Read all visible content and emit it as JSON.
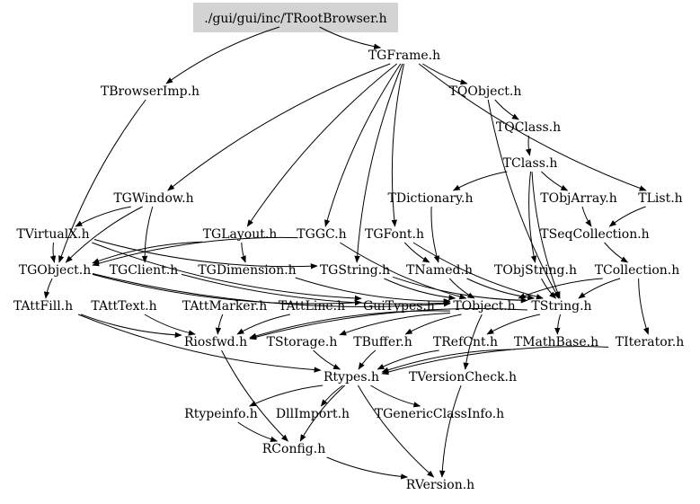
{
  "diagram": {
    "root": "./gui/gui/inc/TRootBrowser.h",
    "nodes": [
      {
        "id": "root",
        "label": "./gui/gui/inc/TRootBrowser.h"
      },
      {
        "id": "TGFrame",
        "label": "TGFrame.h"
      },
      {
        "id": "TBrowserImp",
        "label": "TBrowserImp.h"
      },
      {
        "id": "TQObject",
        "label": "TQObject.h"
      },
      {
        "id": "TQClass",
        "label": "TQClass.h"
      },
      {
        "id": "TClass",
        "label": "TClass.h"
      },
      {
        "id": "TGWindow",
        "label": "TGWindow.h"
      },
      {
        "id": "TDictionary",
        "label": "TDictionary.h"
      },
      {
        "id": "TObjArray",
        "label": "TObjArray.h"
      },
      {
        "id": "TList",
        "label": "TList.h"
      },
      {
        "id": "TVirtualX",
        "label": "TVirtualX.h"
      },
      {
        "id": "TGLayout",
        "label": "TGLayout.h"
      },
      {
        "id": "TGGC",
        "label": "TGGC.h"
      },
      {
        "id": "TGFont",
        "label": "TGFont.h"
      },
      {
        "id": "TSeqCollection",
        "label": "TSeqCollection.h"
      },
      {
        "id": "TGObject",
        "label": "TGObject.h"
      },
      {
        "id": "TGClient",
        "label": "TGClient.h"
      },
      {
        "id": "TGDimension",
        "label": "TGDimension.h"
      },
      {
        "id": "TGString",
        "label": "TGString.h"
      },
      {
        "id": "TNamed",
        "label": "TNamed.h"
      },
      {
        "id": "TObjString",
        "label": "TObjString.h"
      },
      {
        "id": "TCollection",
        "label": "TCollection.h"
      },
      {
        "id": "TAttFill",
        "label": "TAttFill.h"
      },
      {
        "id": "TAttText",
        "label": "TAttText.h"
      },
      {
        "id": "TAttMarker",
        "label": "TAttMarker.h"
      },
      {
        "id": "TAttLine",
        "label": "TAttLine.h"
      },
      {
        "id": "GuiTypes",
        "label": "GuiTypes.h"
      },
      {
        "id": "TObject",
        "label": "TObject.h"
      },
      {
        "id": "TString",
        "label": "TString.h"
      },
      {
        "id": "Riosfwd",
        "label": "Riosfwd.h"
      },
      {
        "id": "TStorage",
        "label": "TStorage.h"
      },
      {
        "id": "TBuffer",
        "label": "TBuffer.h"
      },
      {
        "id": "TRefCnt",
        "label": "TRefCnt.h"
      },
      {
        "id": "TMathBase",
        "label": "TMathBase.h"
      },
      {
        "id": "TIterator",
        "label": "TIterator.h"
      },
      {
        "id": "Rtypes",
        "label": "Rtypes.h"
      },
      {
        "id": "TVersionCheck",
        "label": "TVersionCheck.h"
      },
      {
        "id": "Rtypeinfo",
        "label": "Rtypeinfo.h"
      },
      {
        "id": "DllImport",
        "label": "DllImport.h"
      },
      {
        "id": "TGenericClassInfo",
        "label": "TGenericClassInfo.h"
      },
      {
        "id": "RConfig",
        "label": "RConfig.h"
      },
      {
        "id": "RVersion",
        "label": "RVersion.h"
      }
    ],
    "edges": [
      [
        "root",
        "TGFrame"
      ],
      [
        "root",
        "TBrowserImp"
      ],
      [
        "TGFrame",
        "TQObject"
      ],
      [
        "TGFrame",
        "TList"
      ],
      [
        "TGFrame",
        "TGWindow"
      ],
      [
        "TGFrame",
        "TGLayout"
      ],
      [
        "TGFrame",
        "TGGC"
      ],
      [
        "TGFrame",
        "TGFont"
      ],
      [
        "TGFrame",
        "TGString"
      ],
      [
        "TQObject",
        "TQClass"
      ],
      [
        "TQObject",
        "TString"
      ],
      [
        "TQClass",
        "TClass"
      ],
      [
        "TClass",
        "TDictionary"
      ],
      [
        "TClass",
        "TObjArray"
      ],
      [
        "TClass",
        "TObjString"
      ],
      [
        "TClass",
        "TString"
      ],
      [
        "TBrowserImp",
        "TGObject"
      ],
      [
        "TGWindow",
        "TGObject"
      ],
      [
        "TGWindow",
        "TGClient"
      ],
      [
        "TGWindow",
        "TVirtualX"
      ],
      [
        "TDictionary",
        "TNamed"
      ],
      [
        "TObjArray",
        "TSeqCollection"
      ],
      [
        "TList",
        "TSeqCollection"
      ],
      [
        "TSeqCollection",
        "TCollection"
      ],
      [
        "TVirtualX",
        "TGObject"
      ],
      [
        "TVirtualX",
        "GuiTypes"
      ],
      [
        "TVirtualX",
        "TGString"
      ],
      [
        "TGLayout",
        "TGObject"
      ],
      [
        "TGLayout",
        "TGDimension"
      ],
      [
        "TGGC",
        "TGObject"
      ],
      [
        "TGGC",
        "TObject"
      ],
      [
        "TGFont",
        "TNamed"
      ],
      [
        "TGFont",
        "TString"
      ],
      [
        "TGObject",
        "TObject"
      ],
      [
        "TGObject",
        "GuiTypes"
      ],
      [
        "TGObject",
        "TAttFill"
      ],
      [
        "TGClient",
        "TObject"
      ],
      [
        "TGDimension",
        "TObject"
      ],
      [
        "TGString",
        "TString"
      ],
      [
        "TGString",
        "TObject"
      ],
      [
        "TNamed",
        "TObject"
      ],
      [
        "TNamed",
        "TString"
      ],
      [
        "TObjString",
        "TString"
      ],
      [
        "TCollection",
        "TObject"
      ],
      [
        "TCollection",
        "TIterator"
      ],
      [
        "TCollection",
        "TString"
      ],
      [
        "TAttFill",
        "Riosfwd"
      ],
      [
        "TAttFill",
        "Rtypes"
      ],
      [
        "TAttText",
        "Riosfwd"
      ],
      [
        "TAttMarker",
        "Riosfwd"
      ],
      [
        "TAttLine",
        "Riosfwd"
      ],
      [
        "TObject",
        "Riosfwd"
      ],
      [
        "TObject",
        "TStorage"
      ],
      [
        "TObject",
        "TBuffer"
      ],
      [
        "TObject",
        "TVersionCheck"
      ],
      [
        "TString",
        "TRefCnt"
      ],
      [
        "TString",
        "TMathBase"
      ],
      [
        "TString",
        "Riosfwd"
      ],
      [
        "TStorage",
        "Rtypes"
      ],
      [
        "TBuffer",
        "Rtypes"
      ],
      [
        "TRefCnt",
        "Rtypes"
      ],
      [
        "TMathBase",
        "Rtypes"
      ],
      [
        "TIterator",
        "Rtypes"
      ],
      [
        "Riosfwd",
        "RConfig"
      ],
      [
        "Rtypes",
        "Rtypeinfo"
      ],
      [
        "Rtypes",
        "DllImport"
      ],
      [
        "Rtypes",
        "TGenericClassInfo"
      ],
      [
        "Rtypes",
        "RConfig"
      ],
      [
        "Rtypes",
        "RVersion"
      ],
      [
        "Rtypeinfo",
        "RConfig"
      ],
      [
        "RConfig",
        "RVersion"
      ],
      [
        "TVersionCheck",
        "RVersion"
      ]
    ]
  },
  "colors": {
    "root_fill": "#d3d3d3",
    "edge": "#000000",
    "text": "#000000",
    "background": "#ffffff"
  }
}
